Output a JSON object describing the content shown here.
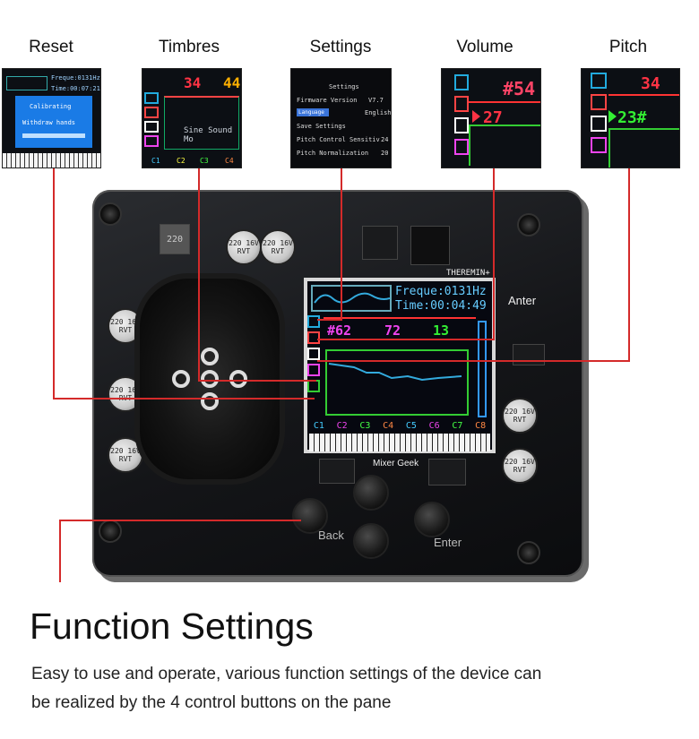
{
  "labels": [
    "Reset",
    "Timbres",
    "Settings",
    "Volume",
    "Pitch"
  ],
  "thumb_reset": {
    "freq": "Freque:0131Hz",
    "time": "Time:00:07:21",
    "line1": "Calibrating",
    "line2": "Withdraw hands"
  },
  "thumb_timbres": {
    "num1": "34",
    "num2": "44",
    "text": "Sine Sound Mo",
    "notes": [
      "C1",
      "C2",
      "C3",
      "C4"
    ]
  },
  "thumb_settings": {
    "header": "Settings",
    "rows": [
      {
        "k": "Firmware Version",
        "v": "V7.7"
      },
      {
        "k": "Language",
        "v": "English"
      },
      {
        "k": "Save Settings",
        "v": ""
      },
      {
        "k": "Pitch Control Sensitiv",
        "v": "24"
      },
      {
        "k": "Pitch Normalization",
        "v": "20"
      }
    ]
  },
  "thumb_volume": {
    "num1": "#54",
    "num2": "27"
  },
  "thumb_pitch": {
    "num1": "34",
    "num2": "23#"
  },
  "device": {
    "lcd": {
      "freq": "Freque:0131Hz",
      "time": "Time:00:04:49",
      "v1": "#62",
      "v2": "72",
      "v3": "13",
      "notes": [
        "C1",
        "C2",
        "C3",
        "C4",
        "C5",
        "C6",
        "C7",
        "C8"
      ]
    },
    "brand": "Mixer Geek",
    "model": "THEREMIN+",
    "ant": "Anter",
    "back": "Back",
    "enter": "Enter",
    "cap_text": "220 16V RVT",
    "r_220": "220"
  },
  "title": "Function Settings",
  "desc_line1": "Easy to use and operate, various function settings of the device can",
  "desc_line2": "be realized by the 4 control buttons on the pane"
}
